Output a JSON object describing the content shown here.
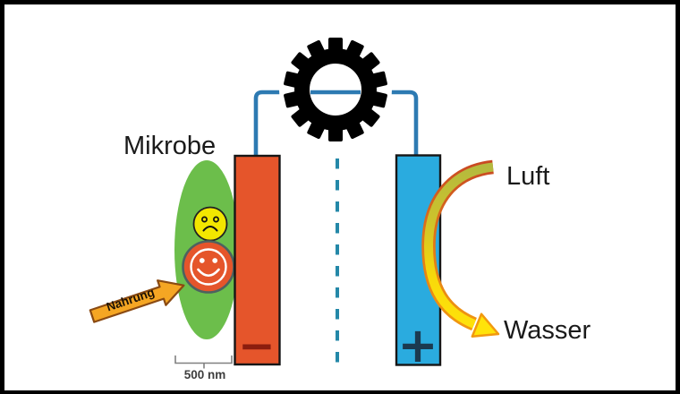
{
  "diagram": {
    "microbe_label": "Mikrobe",
    "food_arrow_label": "Nahrung",
    "air_label": "Luft",
    "water_label": "Wasser",
    "scale_label": "500 nm",
    "anode": {
      "sign": "−",
      "color": "#e5552b",
      "sign_color": "#8c1d0e"
    },
    "cathode": {
      "sign": "+",
      "color": "#2aabdf",
      "sign_color": "#1b3a50"
    },
    "colors": {
      "wire_blue": "#2d7ab2",
      "membrane_dash_teal": "#2488a8",
      "microbe_body_green": "#6cbe4b",
      "sad_face_yellow": "#f2e600",
      "happy_face_orange": "#e5552b",
      "food_arrow_orange": "#f5a623",
      "air_arrow_olive": "#b4ba3e",
      "water_arrow_yellow": "#ffe30a",
      "gear_black": "#000000"
    }
  }
}
